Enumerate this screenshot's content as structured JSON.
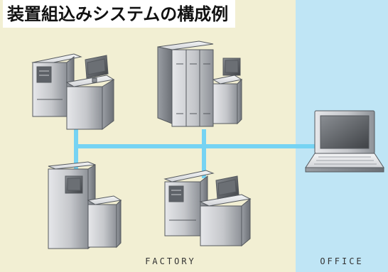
{
  "title": "装置組込みシステムの構成例",
  "zones": {
    "factory_label": "FACTORY",
    "office_label": "OFFICE"
  },
  "colors": {
    "factory_bg": "#f2efd3",
    "office_bg": "#bfe5f5",
    "network_line": "#76d3f3",
    "machine_body": "#c8cace",
    "machine_dark": "#7c8086"
  },
  "devices": [
    {
      "id": "machine-a",
      "kind": "industrial-machine-with-monitor"
    },
    {
      "id": "cabinet-server",
      "kind": "rack-cabinet-with-monitor"
    },
    {
      "id": "tower-unit",
      "kind": "tall-tower-machine"
    },
    {
      "id": "machine-b",
      "kind": "industrial-machine-with-monitor"
    },
    {
      "id": "office-laptop",
      "kind": "laptop"
    }
  ]
}
